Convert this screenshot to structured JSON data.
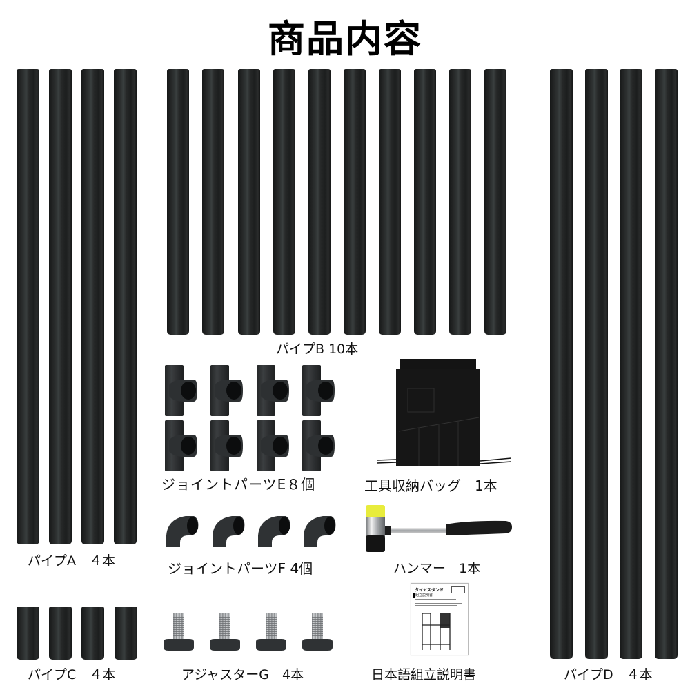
{
  "title": "商品内容",
  "colors": {
    "pipe": "#232525",
    "joint": "#2f3133",
    "hammer_head": "#e8e84a",
    "background": "#ffffff"
  },
  "items": {
    "pipe_a": {
      "label": "パイプA　４本",
      "count": 4
    },
    "pipe_b": {
      "label": "パイプB 10本",
      "count": 10
    },
    "pipe_c": {
      "label": "パイプC　４本",
      "count": 4
    },
    "pipe_d": {
      "label": "パイプD　４本",
      "count": 4
    },
    "joint_e": {
      "label": "ジョイントパーツE８個",
      "count": 8
    },
    "joint_f": {
      "label": "ジョイントパーツF 4個",
      "count": 4
    },
    "adjuster_g": {
      "label": "アジャスターG　4本",
      "count": 4
    },
    "tool_bag": {
      "label": "工具収納バッグ　1本",
      "count": 1
    },
    "hammer": {
      "label": "ハンマー　1本",
      "count": 1
    },
    "manual": {
      "label": "日本語組立説明書",
      "doc_title": "タイヤスタンド",
      "doc_subtitle": "組立説明書"
    }
  }
}
